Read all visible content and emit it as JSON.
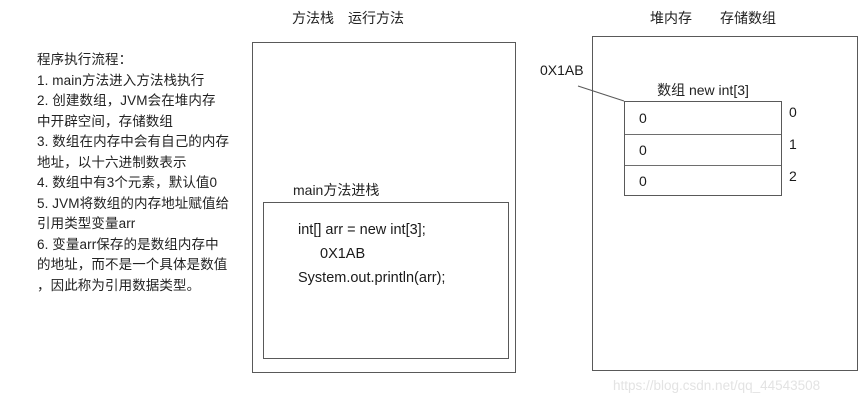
{
  "captions": {
    "stack": "方法栈　运行方法",
    "heap": "堆内存　　存储数组"
  },
  "notes": {
    "title": "程序执行流程：",
    "lines": [
      "程序执行流程：",
      "1. main方法进入方法栈执行",
      "2. 创建数组，JVM会在堆内存",
      "中开辟空间，存储数组",
      "3. 数组在内存中会有自己的内存",
      "地址，以十六进制数表示",
      "4. 数组中有3个元素，默认值0",
      "5. JVM将数组的内存地址赋值给",
      "引用类型变量arr",
      "6. 变量arr保存的是数组内存中",
      "的地址，而不是一个具体是数值",
      "，因此称为引用数据类型。"
    ]
  },
  "stack": {
    "frame_label": "main方法进栈",
    "code_lines": [
      "int[] arr = new int[3];",
      "0X1AB",
      "System.out.println(arr);"
    ]
  },
  "heap": {
    "address_label": "0X1AB",
    "array_title": "数组 new int[3]",
    "cells": [
      {
        "value": "0",
        "index": "0"
      },
      {
        "value": "0",
        "index": "1"
      },
      {
        "value": "0",
        "index": "2"
      }
    ]
  },
  "watermark": "https://blog.csdn.net/qq_44543508",
  "colors": {
    "border": "#595959",
    "text": "#1a1a1a",
    "watermark": "#e3e3e3"
  }
}
